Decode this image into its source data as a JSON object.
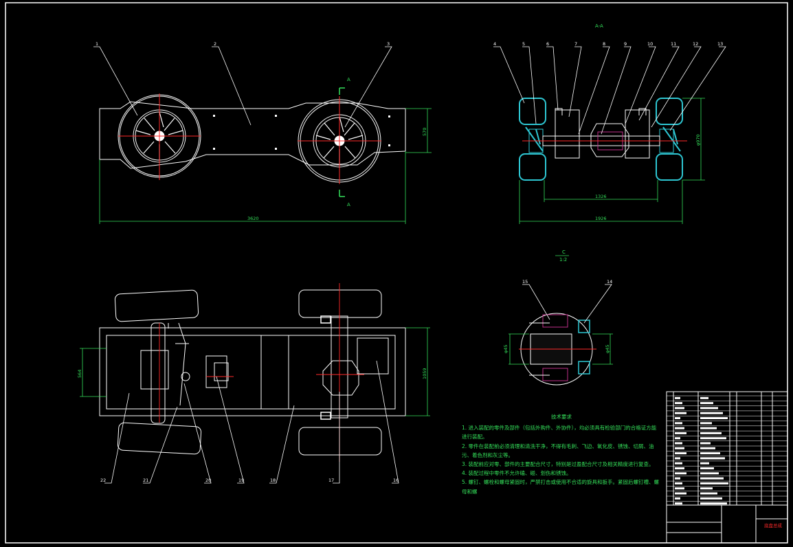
{
  "colors": {
    "background": "#000000",
    "outline": "#ffffff",
    "dimension": "#34e05a",
    "centerline": "#ff2a2a",
    "hatch": "#2ec7d3",
    "accent": "#c0308a"
  },
  "views": {
    "section_marker_top": "A",
    "section_marker_bottom": "A",
    "view_label_right": "A-A",
    "detail_label_top": "C",
    "detail_scale": "1:2"
  },
  "dimensions": {
    "side_length": "3620",
    "side_height": "570",
    "front_track": "1326",
    "front_width": "1926",
    "front_tyre_dia": "φ970",
    "plan_frame_width": "564",
    "plan_overall_width": "1059",
    "detail_left": "φ45",
    "detail_right": "φ45"
  },
  "part_numbers": {
    "side_view": [
      "1",
      "2",
      "3"
    ],
    "front_view": [
      "4",
      "5",
      "6",
      "7",
      "8",
      "9",
      "10",
      "11",
      "12",
      "13"
    ],
    "detail_view": [
      "15",
      "14"
    ],
    "plan_view": [
      "22",
      "21",
      "20",
      "19",
      "18",
      "17",
      "16"
    ]
  },
  "technical_notes": {
    "title": "技术要求",
    "lines": [
      "1. 进入装配的零件及部件（包括外购件、外协件），均必须具有检验部门的合格证方能进行装配。",
      "2. 零件在装配前必须清理和清洗干净，不得有毛刺、飞边、氧化皮、锈蚀、切屑、油污、着色剂和灰尘等。",
      "3. 装配前应对零、部件的主要配合尺寸，特别是过盈配合尺寸及相关精度进行复查。",
      "4. 装配过程中零件不允许磕、碰、划伤和锈蚀。",
      "5. 螺钉、螺栓和螺母紧固时，严禁打击或使用不合适的旋具和扳手。紧固后螺钉槽、螺母和螺"
    ]
  },
  "title_block": {
    "drawing_title": "底盘总成"
  }
}
